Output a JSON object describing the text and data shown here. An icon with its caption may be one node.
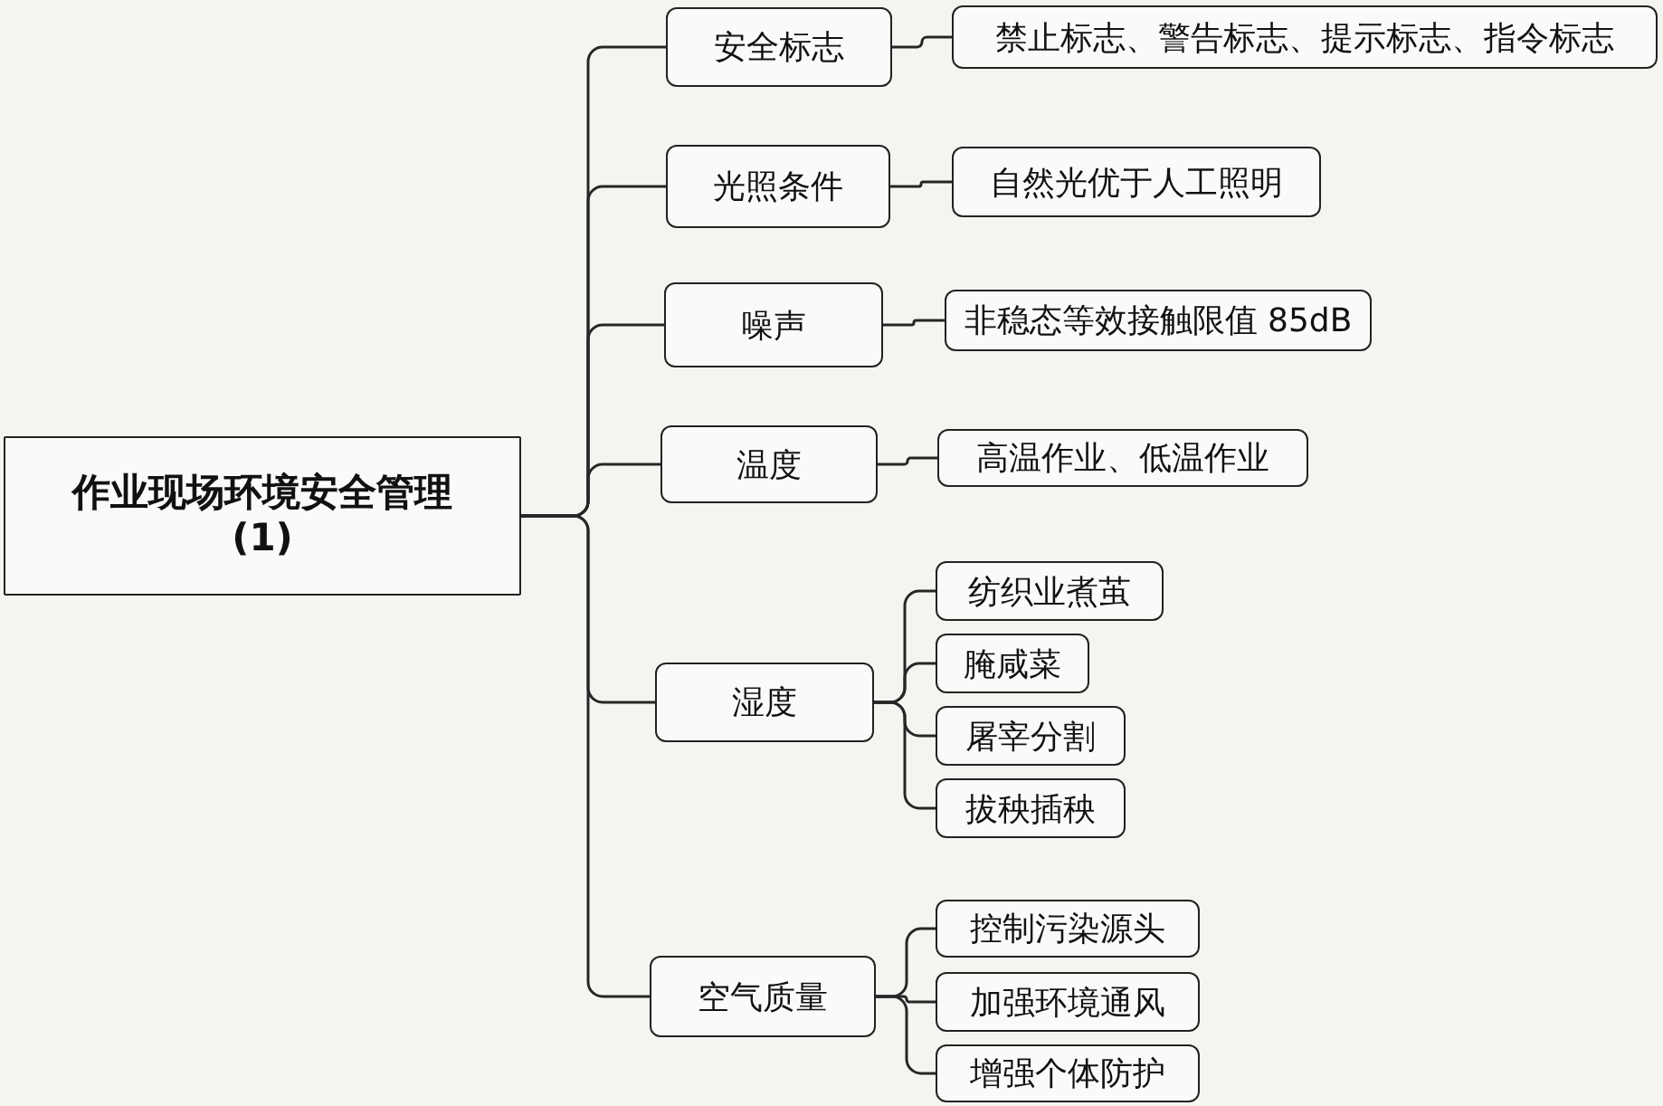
{
  "diagram": {
    "nodes": [
      {
        "text": [
          "作业现场环境安全管理(1)"
        ]
      },
      {
        "text": [
          "安全标志"
        ]
      },
      {
        "text": [
          "禁止标志、警告标志、提示标志、指令标志"
        ]
      },
      {
        "text": [
          "光照条件"
        ]
      },
      {
        "text": [
          "自然光优于人工照明"
        ]
      },
      {
        "text": [
          "噪声"
        ]
      },
      {
        "text": [
          "非稳态等效接触限值 85dB"
        ]
      },
      {
        "text": [
          "温度"
        ]
      },
      {
        "text": [
          "高温作业、低温作业"
        ]
      },
      {
        "text": [
          "湿度"
        ]
      },
      {
        "text": [
          "纺织业煮茧"
        ]
      },
      {
        "text": [
          "腌咸菜"
        ]
      },
      {
        "text": [
          "屠宰分割"
        ]
      },
      {
        "text": [
          "拔秧插秧"
        ]
      },
      {
        "text": [
          "空气质量"
        ]
      },
      {
        "text": [
          "控制污染源头"
        ]
      },
      {
        "text": [
          "加强环境通风"
        ]
      },
      {
        "text": [
          "增强个体防护"
        ]
      }
    ],
    "edges": [
      {
        "from": 0,
        "to": 1,
        "arrow": "none"
      },
      {
        "from": 0,
        "to": 3,
        "arrow": "none"
      },
      {
        "from": 0,
        "to": 5,
        "arrow": "none"
      },
      {
        "from": 0,
        "to": 7,
        "arrow": "none"
      },
      {
        "from": 0,
        "to": 9,
        "arrow": "none"
      },
      {
        "from": 0,
        "to": 14,
        "arrow": "none"
      },
      {
        "from": 1,
        "to": 2,
        "arrow": "none"
      },
      {
        "from": 3,
        "to": 4,
        "arrow": "none"
      },
      {
        "from": 5,
        "to": 6,
        "arrow": "none"
      },
      {
        "from": 7,
        "to": 8,
        "arrow": "none"
      },
      {
        "from": 9,
        "to": 10,
        "arrow": "none"
      },
      {
        "from": 9,
        "to": 11,
        "arrow": "none"
      },
      {
        "from": 9,
        "to": 12,
        "arrow": "none"
      },
      {
        "from": 9,
        "to": 13,
        "arrow": "none"
      },
      {
        "from": 14,
        "to": 15,
        "arrow": "none"
      },
      {
        "from": 14,
        "to": 16,
        "arrow": "none"
      },
      {
        "from": 14,
        "to": 17,
        "arrow": "none"
      }
    ]
  }
}
